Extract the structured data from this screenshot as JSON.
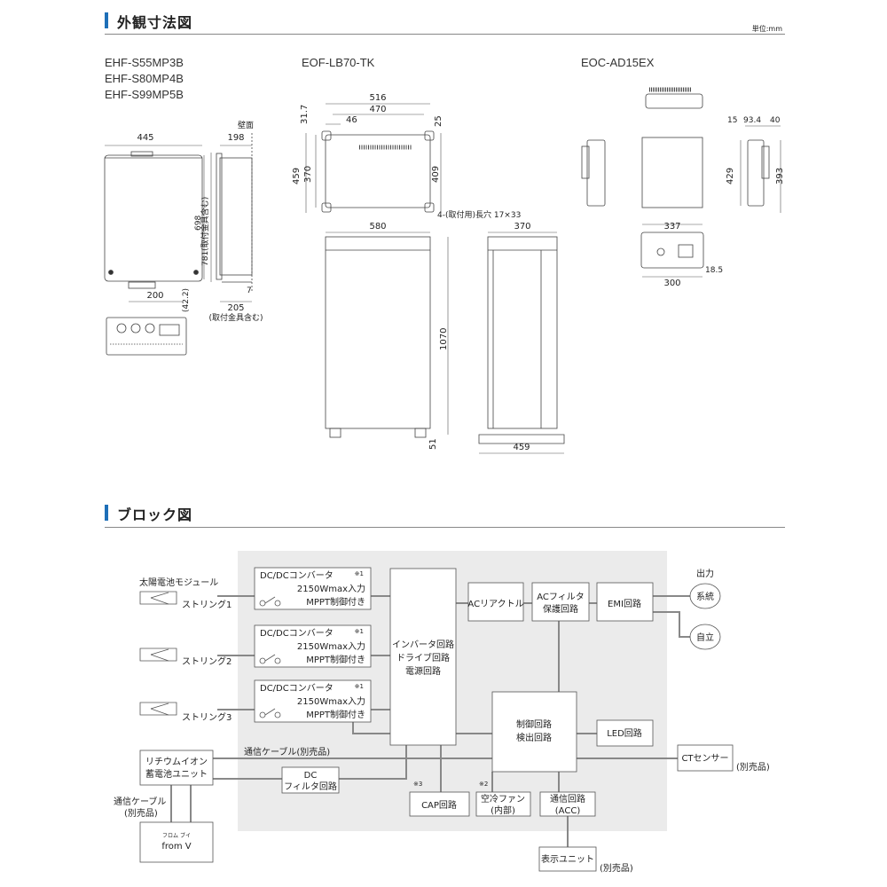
{
  "section1": {
    "title": "外観寸法図",
    "unit": "単位:mm"
  },
  "models": {
    "pcs": [
      "EHF-S55MP3B",
      "EHF-S80MP4B",
      "EHF-S99MP5B"
    ],
    "battery": "EOF-LB70-TK",
    "adapter": "EOC-AD15EX"
  },
  "dims": {
    "pcs_width": "445",
    "pcs_depth": "198",
    "wall_label": "壁面",
    "pcs_h1": "698",
    "pcs_h2": "781(取付金具含む)",
    "pcs_bottom": "200",
    "pcs_42": "(42.2)",
    "pcs_7": "7",
    "pcs_205": "205",
    "pcs_205_note": "(取付金具含む)",
    "bat_516": "516",
    "bat_470": "470",
    "bat_46": "46",
    "bat_25": "25",
    "bat_317": "31.7",
    "bat_459": "459",
    "bat_370v": "370",
    "bat_409": "409",
    "bat_hole": "4-(取付用)長穴 17×33",
    "bat_580": "580",
    "bat_370": "370",
    "bat_1070": "1070",
    "bat_51": "51",
    "bat_459b": "459",
    "ad_15": "15",
    "ad_934": "93.4",
    "ad_40": "40",
    "ad_429": "429",
    "ad_393": "393",
    "ad_337": "337",
    "ad_185": "18.5",
    "ad_300": "300"
  },
  "section2": {
    "title": "ブロック図"
  },
  "block": {
    "solar_module": "太陽電池モジュール",
    "strings": [
      "ストリング1",
      "ストリング2",
      "ストリング3"
    ],
    "dcdc_title": "DC/DCコンバータ",
    "dcdc_input": "2150Wmax入力",
    "dcdc_mppt": "MPPT制御付き",
    "note1": "※1",
    "inverter": [
      "インバータ回路",
      "ドライブ回路",
      "電源回路"
    ],
    "ac_reactor": "ACリアクトル",
    "ac_filter": [
      "ACフィルタ",
      "保護回路"
    ],
    "emi": "EMI回路",
    "output_label": "出力",
    "grid": "系統",
    "standalone": "自立",
    "control": [
      "制御回路",
      "検出回路"
    ],
    "led": "LED回路",
    "ct_sensor": "CTセンサー",
    "ct_note": "(別売品)",
    "comm_cable": "通信ケーブル(別売品)",
    "battery_unit": [
      "リチウムイオン",
      "蓄電池ユニット"
    ],
    "dc_filter": [
      "DC",
      "フィルタ回路"
    ],
    "cap": "CAP回路",
    "note3": "※3",
    "fan": [
      "空冷ファン",
      "(内部)"
    ],
    "note2": "※2",
    "comm_circuit": [
      "通信回路",
      "(ACC)"
    ],
    "comm_cable2": [
      "通信ケーブル",
      "(別売品)"
    ],
    "from_v_ruby": "フロム ブイ",
    "from_v": "from V",
    "display_unit": "表示ユニット",
    "display_note": "(別売品)"
  }
}
